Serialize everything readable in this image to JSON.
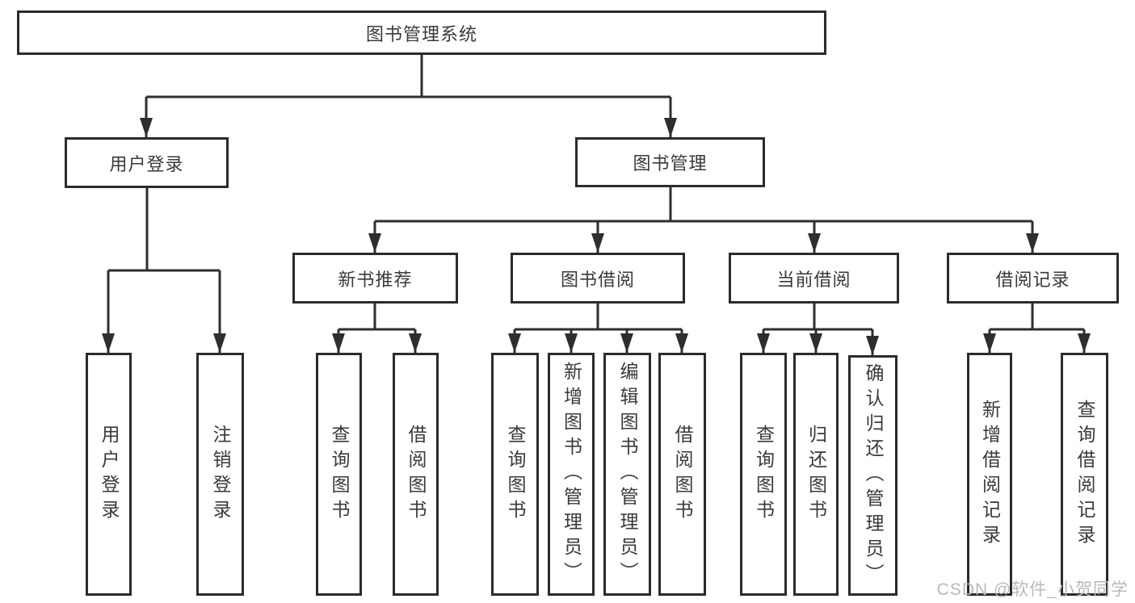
{
  "tree": {
    "label": "图书管理系统",
    "children": [
      {
        "label": "用户登录",
        "children": [
          {
            "label": "用户登录"
          },
          {
            "label": "注销登录"
          }
        ]
      },
      {
        "label": "图书管理",
        "children": [
          {
            "label": "新书推荐",
            "children": [
              {
                "label": "查询图书"
              },
              {
                "label": "借阅图书"
              }
            ]
          },
          {
            "label": "图书借阅",
            "children": [
              {
                "label": "查询图书"
              },
              {
                "label": "新增图书（管理员）"
              },
              {
                "label": "编辑图书（管理员）"
              },
              {
                "label": "借阅图书"
              }
            ]
          },
          {
            "label": "当前借阅",
            "children": [
              {
                "label": "查询图书"
              },
              {
                "label": "归还图书"
              },
              {
                "label": "确认归还（管理员）"
              }
            ]
          },
          {
            "label": "借阅记录",
            "children": [
              {
                "label": "新增借阅记录"
              },
              {
                "label": "查询借阅记录"
              }
            ]
          }
        ]
      }
    ]
  },
  "watermark": "CSDN @软件_小贺同学",
  "colors": {
    "line": "#2e2e2e",
    "border": "#2b2b2b",
    "text": "#3a3a3a",
    "background": "#ffffff",
    "watermark": "#b9b9b9"
  }
}
